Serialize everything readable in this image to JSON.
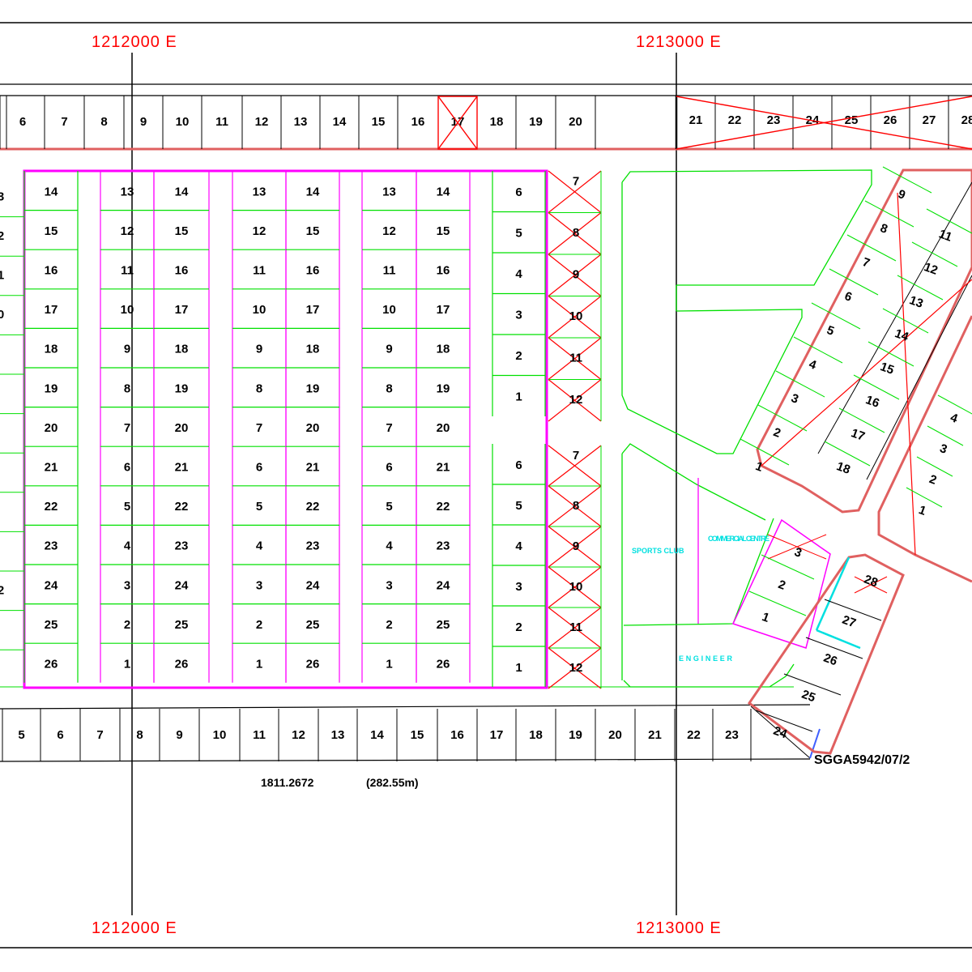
{
  "grid_labels": {
    "top_left": "1212000 E",
    "top_right": "1213000 E",
    "bottom_left": "1212000 E",
    "bottom_right": "1213000 E"
  },
  "labels": {
    "sports_club": "SPORTS CLUB",
    "commercial_centre": "COMMERCIAL CENTRE",
    "bottom_cyan": "ENGINEER",
    "survey_ref": "SGGA5942/07/2",
    "area_left": "1811.2672",
    "area_right": "(282.55m)"
  },
  "colors": {
    "grid_red": "#ff0000",
    "lot_green": "#00e000",
    "boundary_magenta": "#ff00ff",
    "road_red": "#e06060",
    "annotation_cyan": "#00e0e0"
  },
  "top_row": {
    "left": [
      "6",
      "7",
      "8",
      "9",
      "10",
      "11",
      "12",
      "13",
      "14",
      "15",
      "16",
      "17",
      "18",
      "19",
      "20"
    ],
    "right": [
      "21",
      "22",
      "23",
      "24",
      "25",
      "26",
      "27",
      "28"
    ]
  },
  "bottom_row": [
    "5",
    "6",
    "7",
    "8",
    "9",
    "10",
    "11",
    "12",
    "13",
    "14",
    "15",
    "16",
    "17",
    "18",
    "19",
    "20",
    "21",
    "22",
    "23"
  ],
  "blocks": {
    "edge_col": [
      "3",
      "2",
      "1",
      "0",
      "",
      "",
      "",
      "",
      "",
      "",
      "2",
      ""
    ],
    "c1a": [
      "14",
      "15",
      "16",
      "17",
      "18",
      "19",
      "20",
      "21",
      "22",
      "23",
      "24",
      "25",
      "26"
    ],
    "c1b": [
      "13",
      "12",
      "11",
      "10",
      "9",
      "8",
      "7",
      "6",
      "5",
      "4",
      "3",
      "2",
      "1"
    ],
    "c1c": [
      "14",
      "15",
      "16",
      "17",
      "18",
      "19",
      "20",
      "21",
      "22",
      "23",
      "24",
      "25",
      "26"
    ],
    "c2a": [
      "13",
      "12",
      "11",
      "10",
      "9",
      "8",
      "7",
      "6",
      "5",
      "4",
      "3",
      "2",
      "1"
    ],
    "c2b": [
      "14",
      "15",
      "16",
      "17",
      "18",
      "19",
      "20",
      "21",
      "22",
      "23",
      "24",
      "25",
      "26"
    ],
    "c3a": [
      "13",
      "12",
      "11",
      "10",
      "9",
      "8",
      "7",
      "6",
      "5",
      "4",
      "3",
      "2",
      "1"
    ],
    "c3b": [
      "14",
      "15",
      "16",
      "17",
      "18",
      "19",
      "20",
      "21",
      "22",
      "23",
      "24",
      "25",
      "26"
    ],
    "c4_top": [
      "6",
      "5",
      "4",
      "3",
      "2",
      "1"
    ],
    "c4_bot": [
      "6",
      "5",
      "4",
      "3",
      "2",
      "1"
    ],
    "c5_top": [
      "7",
      "8",
      "9",
      "10",
      "11",
      "12"
    ],
    "c5_bot": [
      "7",
      "8",
      "9",
      "10",
      "11",
      "12"
    ]
  },
  "diagonal": {
    "left_col": [
      "9",
      "8",
      "7",
      "6",
      "5",
      "4",
      "3",
      "2",
      "1"
    ],
    "mid_col": [
      "11",
      "12",
      "13",
      "14",
      "15",
      "16",
      "17",
      "18"
    ],
    "right_col": [
      "4",
      "3",
      "2",
      "1"
    ],
    "small_block": [
      "3",
      "2",
      "1"
    ],
    "right_block": [
      "28",
      "27",
      "26",
      "25",
      "24"
    ]
  }
}
